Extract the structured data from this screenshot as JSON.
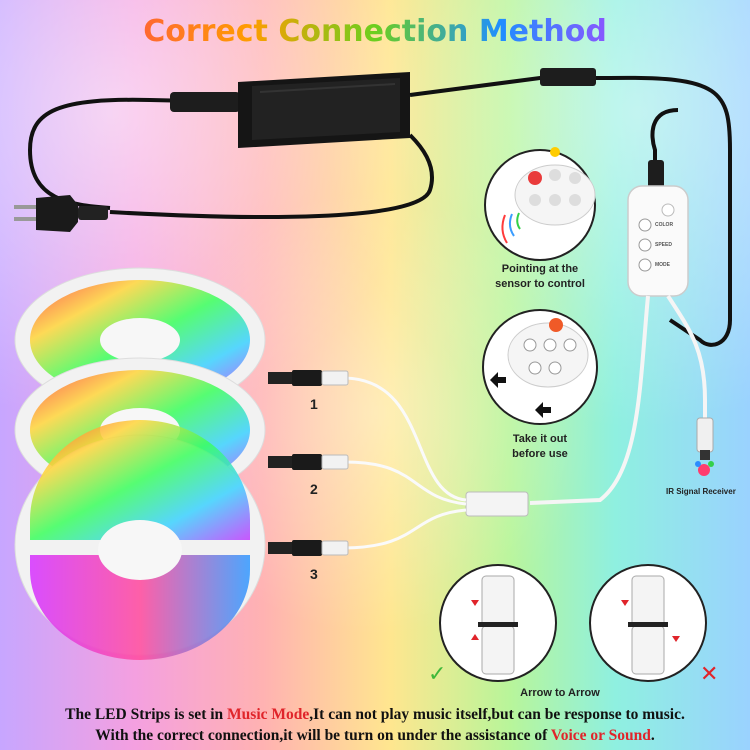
{
  "title": "Correct Connection Method",
  "callouts": {
    "pointing": [
      "Pointing at the",
      "sensor to control"
    ],
    "take_out": [
      "Take it out",
      "before use"
    ],
    "ir_receiver": "IR Signal Receiver",
    "arrow_to_arrow": "Arrow to Arrow"
  },
  "controller_buttons": [
    "COLOR",
    "SPEED",
    "MODE"
  ],
  "strip_numbers": [
    "1",
    "2",
    "3"
  ],
  "marks": {
    "correct": "✓",
    "wrong": "✕"
  },
  "bottom_text": {
    "line1_a": "The LED Strips is set in ",
    "line1_highlight": "Music Mode",
    "line1_b": ",It can not play music itself,but can be response to music.",
    "line2_a": "With the correct connection,it will be turn on under the assistance of ",
    "line2_highlight": "Voice or Sound",
    "line2_b": "."
  },
  "colors": {
    "accent_red": "#e0242a",
    "check_green": "#3fb83a",
    "cross_red": "#e0242a"
  }
}
